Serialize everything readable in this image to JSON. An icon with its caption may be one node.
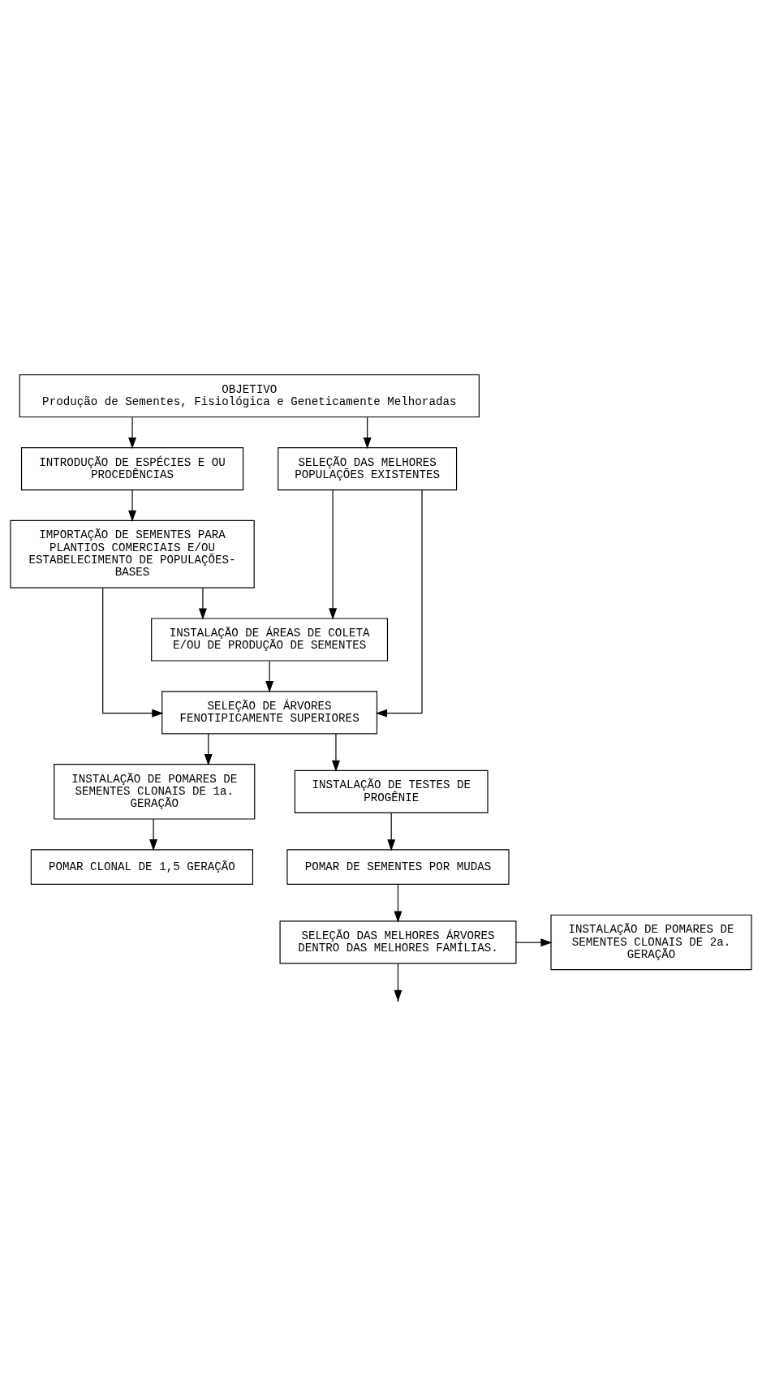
{
  "diagram": {
    "nodes": [
      {
        "text": [
          "OBJETIVO",
          "Produção de Sementes, Fisiológica e Geneticamente Melhoradas"
        ]
      },
      {
        "text": [
          "INTRODUÇÃO DE ESPÉCIES E OU PROCEDÊNCIAS"
        ]
      },
      {
        "text": [
          "SELEÇÃO DAS MELHORES POPULAÇÕES EXISTENTES"
        ]
      },
      {
        "text": [
          "IMPORTAÇÃO DE SEMENTES PARA PLANTIOS COMERCIAIS E/OU ESTABELECIMENTO DE POPULAÇÕES-BASES"
        ]
      },
      {
        "text": [
          "INSTALAÇÃO DE ÁREAS DE COLETA E/OU DE PRODUÇÃO DE SEMENTES"
        ]
      },
      {
        "text": [
          "SELEÇÃO DE ÁRVORES FENOTIPICAMENTE SUPERIORES"
        ]
      },
      {
        "text": [
          "INSTALAÇÃO DE POMARES DE SEMENTES CLONAIS DE 1a. GERAÇÃO"
        ]
      },
      {
        "text": [
          "INSTALAÇÃO DE TESTES DE PROGÊNIE"
        ]
      },
      {
        "text": [
          "POMAR CLONAL DE 1,5 GERAÇÃO"
        ]
      },
      {
        "text": [
          "POMAR DE SEMENTES POR MUDAS"
        ]
      },
      {
        "text": [
          "INSTALAÇÃO DE POMARES DE SEMENTES CLONAIS DE 2a. GERAÇÃO"
        ]
      },
      {
        "text": [
          "SELEÇÃO DAS MELHORES ÁRVORES DENTRO DAS MELHORES FAMÍLIAS."
        ]
      }
    ],
    "edges": [
      {
        "from": 0,
        "to": 1,
        "arrow": "to"
      },
      {
        "from": 0,
        "to": 2,
        "arrow": "to"
      },
      {
        "from": 1,
        "to": 3,
        "arrow": "to"
      },
      {
        "from": 3,
        "to": 4,
        "arrow": "to"
      },
      {
        "from": 2,
        "to": 4,
        "arrow": "to"
      },
      {
        "from": 3,
        "to": 5,
        "arrow": "to"
      },
      {
        "from": 2,
        "to": 5,
        "arrow": "to"
      },
      {
        "from": 4,
        "to": 5,
        "arrow": "to"
      },
      {
        "from": 5,
        "to": 6,
        "arrow": "to"
      },
      {
        "from": 5,
        "to": 7,
        "arrow": "to"
      },
      {
        "from": 6,
        "to": 8,
        "arrow": "to"
      },
      {
        "from": 7,
        "to": 9,
        "arrow": "to"
      },
      {
        "from": 9,
        "to": 11,
        "arrow": "to"
      },
      {
        "from": 11,
        "to": 10,
        "arrow": "to"
      },
      {
        "from": 11,
        "to": null,
        "arrow": "to"
      }
    ]
  }
}
